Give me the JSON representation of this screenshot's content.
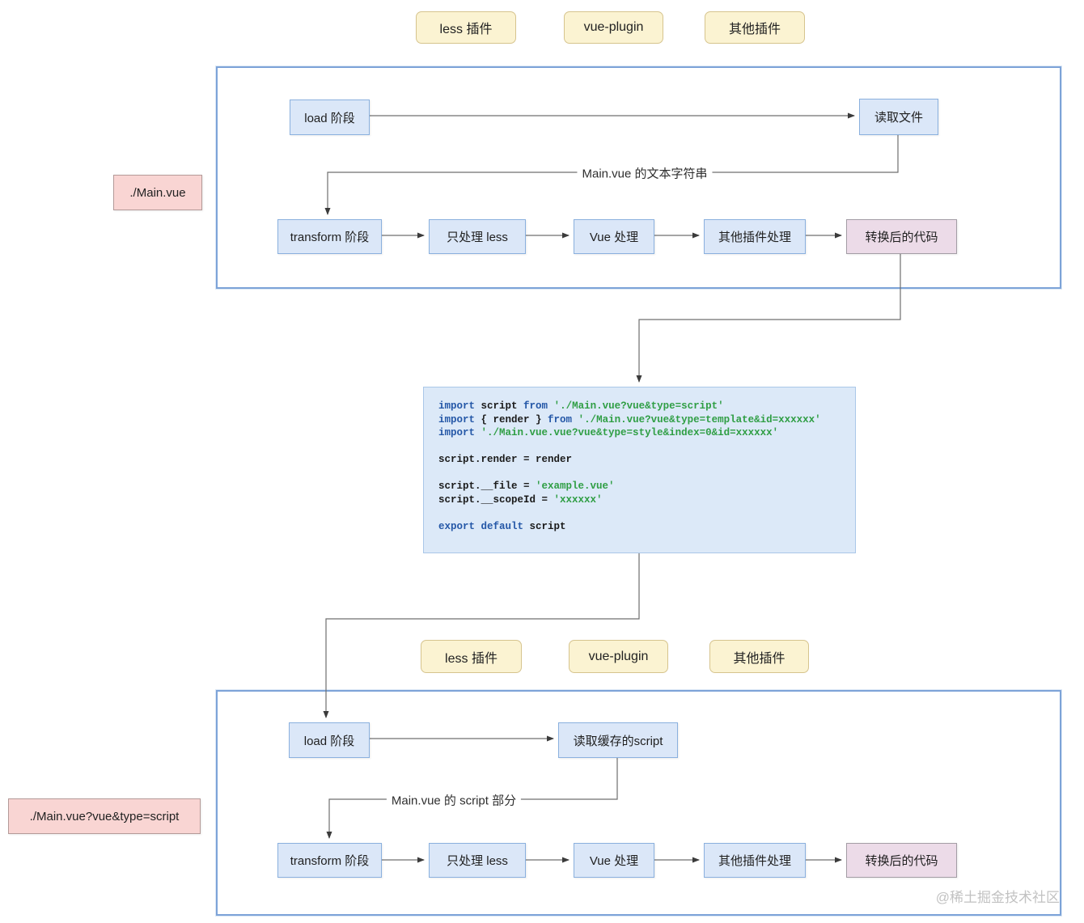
{
  "colors": {
    "node_fill": "#dbe7f8",
    "node_border": "#8ab0de",
    "result_fill": "#ecdbe8",
    "result_border": "#a39da5",
    "tag_fill": "#fbf3d2",
    "tag_border": "#d6c48e",
    "side_label_fill": "#f9d5d3",
    "stage_border": "#7da3d8",
    "code_keyword": "#2457a7",
    "code_string": "#2f9e44",
    "watermark_gray": "#c2c2c2"
  },
  "plugin_tags": {
    "top": [
      "less 插件",
      "vue-plugin",
      "其他插件"
    ],
    "bottom": [
      "less 插件",
      "vue-plugin",
      "其他插件"
    ]
  },
  "section_top": {
    "side_label": "./Main.vue",
    "edge_label": "Main.vue 的文本字符串",
    "nodes": {
      "load": "load 阶段",
      "read_file": "读取文件",
      "transform": "transform 阶段",
      "less": "只处理 less",
      "vue": "Vue 处理",
      "others": "其他插件处理",
      "result": "转换后的代码"
    }
  },
  "code_block": {
    "lines": [
      [
        {
          "t": "import",
          "c": "kw"
        },
        {
          "t": " script ",
          "c": "id"
        },
        {
          "t": "from",
          "c": "kw"
        },
        {
          "t": " ",
          "c": "id"
        },
        {
          "t": "'./Main.vue?vue&type=script'",
          "c": "str"
        }
      ],
      [
        {
          "t": "import",
          "c": "kw"
        },
        {
          "t": " { render } ",
          "c": "id"
        },
        {
          "t": "from",
          "c": "kw"
        },
        {
          "t": " ",
          "c": "id"
        },
        {
          "t": "'./Main.vue?vue&type=template&id=xxxxxx'",
          "c": "str"
        }
      ],
      [
        {
          "t": "import",
          "c": "kw"
        },
        {
          "t": " ",
          "c": "id"
        },
        {
          "t": "'./Main.vue.vue?vue&type=style&index=0&id=xxxxxx'",
          "c": "str"
        }
      ],
      [],
      [
        {
          "t": "script.render = render",
          "c": "id"
        }
      ],
      [],
      [
        {
          "t": "script.__file = ",
          "c": "id"
        },
        {
          "t": "'example.vue'",
          "c": "str"
        }
      ],
      [
        {
          "t": "script.__scopeId = ",
          "c": "id"
        },
        {
          "t": "'xxxxxx'",
          "c": "str"
        }
      ],
      [],
      [
        {
          "t": "export",
          "c": "kw"
        },
        {
          "t": " ",
          "c": "id"
        },
        {
          "t": "default",
          "c": "kw"
        },
        {
          "t": " script",
          "c": "id"
        }
      ]
    ]
  },
  "section_bottom": {
    "side_label": "./Main.vue?vue&type=script",
    "edge_label": "Main.vue 的 script 部分",
    "nodes": {
      "load": "load 阶段",
      "read_cache": "读取缓存的script",
      "transform": "transform 阶段",
      "less": "只处理 less",
      "vue": "Vue 处理",
      "others": "其他插件处理",
      "result": "转换后的代码"
    }
  },
  "watermark": "@稀土掘金技术社区"
}
